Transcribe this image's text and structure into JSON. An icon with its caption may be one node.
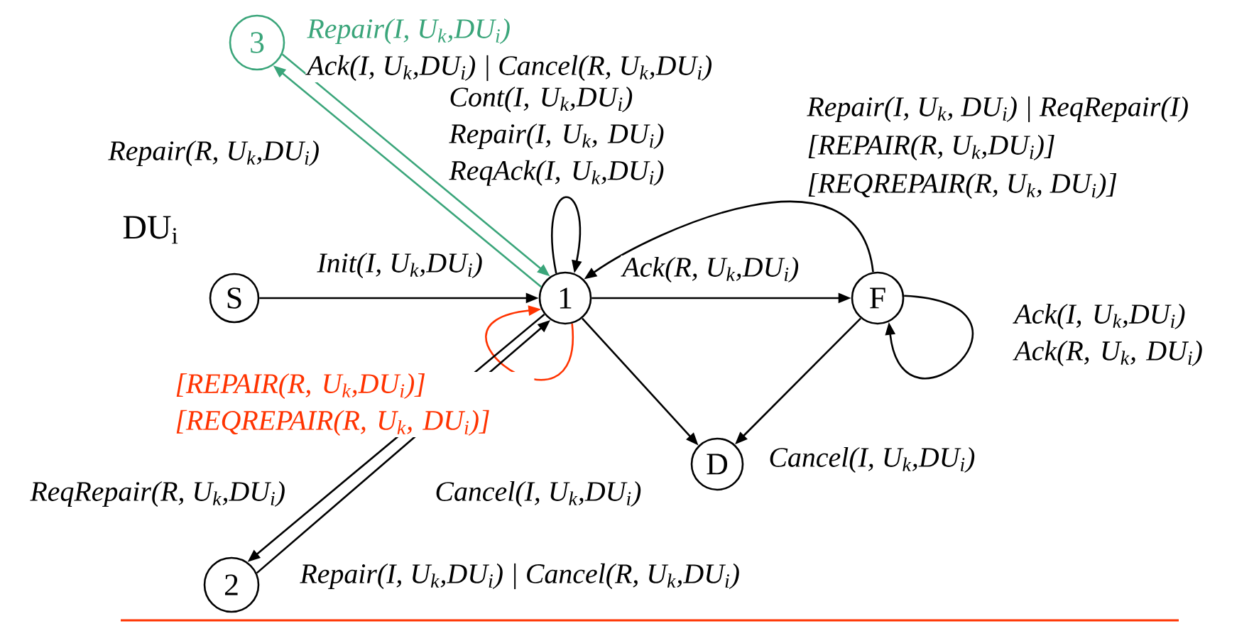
{
  "diagram": {
    "nodes": [
      {
        "text": [
          "3"
        ]
      },
      {
        "text": [
          "S"
        ]
      },
      {
        "text": [
          "1"
        ]
      },
      {
        "text": [
          "F"
        ]
      },
      {
        "text": [
          "D"
        ]
      },
      {
        "text": [
          "2"
        ]
      }
    ],
    "edges": [
      {
        "from": 2,
        "to": 0,
        "arrow": "to",
        "label": "Repair(R, U$_{k}$,DU$_{i}$)",
        "color": "#3aa57a"
      },
      {
        "from": 0,
        "to": 2,
        "arrow": "to",
        "label": "Repair(I, U$_{k}$,DU$_{i}$)",
        "color": "#3aa57a"
      },
      {
        "from": 2,
        "to": 2,
        "arrow": "to",
        "label": "Cont(I, U$_{k}$,DU$_{i}$) Repair(I, U$_{k}$, DU$_{i}$) ReqAck(I, U$_{k}$,DU$_{i}$)"
      },
      {
        "from": 1,
        "to": 2,
        "arrow": "to",
        "label": "Init(I, U$_{k}$,DU$_{i}$)"
      },
      {
        "from": 2,
        "to": 3,
        "arrow": "to",
        "label": "Ack(R, U$_{k}$,DU$_{i}$)"
      },
      {
        "from": 3,
        "to": 2,
        "arrow": "to",
        "label": "Repair(I, U$_{k}$, DU$_{i}$) | ReqRepair(I)"
      },
      {
        "from": 2,
        "to": 2,
        "arrow": "to",
        "label": "[REPAIR(R, U$_{k}$,DU$_{i}$)] [REQREPAIR(R, U$_{k}$, DU$_{i}$)]",
        "color": "#ff3300"
      },
      {
        "from": 2,
        "to": 4,
        "arrow": "to",
        "label": "Cancel(I, U$_{k}$,DU$_{i}$)"
      },
      {
        "from": 3,
        "to": 4,
        "arrow": "to",
        "label": "Cancel(I, U$_{k}$,DU$_{i}$)"
      },
      {
        "from": 3,
        "to": 3,
        "arrow": "to",
        "label": "Ack(I, U$_{k}$,DU$_{i}$) Ack(R, U$_{k}$, DU$_{i}$)"
      },
      {
        "from": 2,
        "to": 5,
        "arrow": "to",
        "label": "ReqRepair(R, U$_{k}$,DU$_{i}$)"
      },
      {
        "from": 5,
        "to": 2,
        "arrow": "to",
        "label": "Repair(I, U$_{k}$,DU$_{i}$) | Cancel(R, U$_{k}$,DU$_{i}$)"
      }
    ],
    "labels": [
      "DU$_{i}$",
      "Ack(I, U$_{k}$,DU$_{i}$) | Cancel(R, U$_{k}$,DU$_{i}$)",
      "[REPAIR(R, U$_{k}$,DU$_{i}$)]",
      "[REQREPAIR(R, U$_{k}$, DU$_{i}$)]"
    ]
  }
}
